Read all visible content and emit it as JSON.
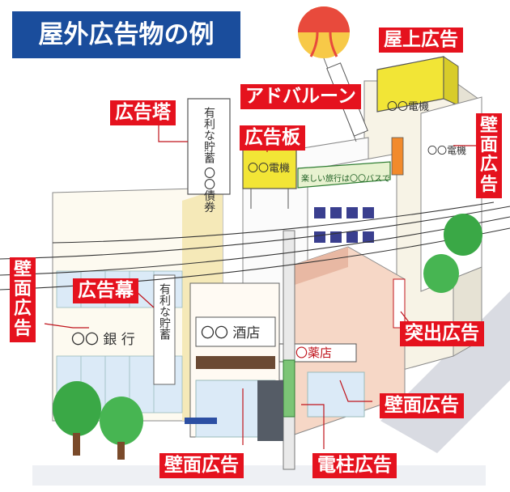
{
  "title": "屋外広告物の例",
  "labels": {
    "rooftop": "屋上広告",
    "balloon": "アドバルーン",
    "tower": "広告塔",
    "board": "広告板",
    "wall_right": "壁面広告",
    "wall_left": "壁面広告",
    "banner": "広告幕",
    "projecting": "突出広告",
    "wall_center": "壁面広告",
    "wall_bottom": "壁面広告",
    "pole": "電柱広告"
  },
  "signs": {
    "tower_sign": "有利な貯蓄 〇〇債券",
    "board_sign": "〇〇電機",
    "roof_sign": "〇〇電機",
    "bus_sign": "楽しい旅行は〇〇バスで",
    "bank": "〇〇 銀 行",
    "banner_sign": "有利な貯蓄",
    "liquor": "〇〇 酒店",
    "pharmacy": "〇〇薬店",
    "right_wall_sign": "〇〇電機"
  },
  "colors": {
    "label_red": "#e5121e",
    "title_blue": "#1a4d9c",
    "board_yellow": "#f2e536",
    "leader_line": "#c0141c"
  }
}
